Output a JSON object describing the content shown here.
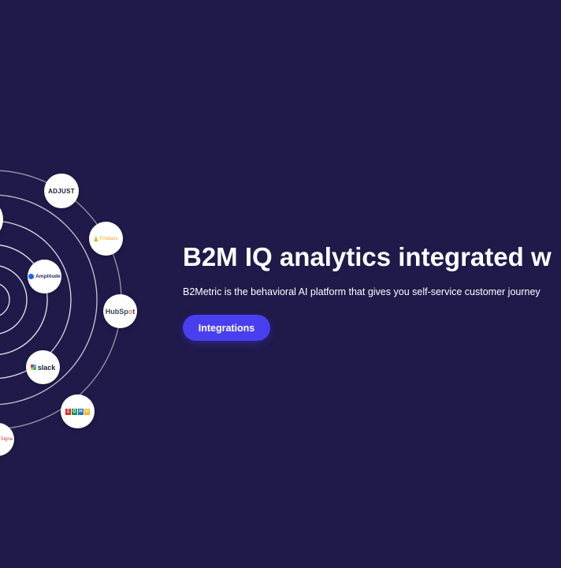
{
  "hero": {
    "title": "B2M IQ analytics integrated w",
    "description": "B2Metric is the behavioral AI platform that gives you self-service customer journey",
    "cta_label": "Integrations"
  },
  "integrations": [
    {
      "id": "adjust",
      "label": "ADJUST"
    },
    {
      "id": "firebase",
      "label": "Firebase"
    },
    {
      "id": "hubspot",
      "label_main": "HubSp",
      "label_accent": "o",
      "label_end": "t"
    },
    {
      "id": "amplitude",
      "label": "Amplitude"
    },
    {
      "id": "slack",
      "label": "slack"
    },
    {
      "id": "zoho",
      "letters": [
        "Z",
        "O",
        "H",
        "O"
      ],
      "colors": [
        "#e42527",
        "#089949",
        "#226db4",
        "#f9b21d"
      ]
    },
    {
      "id": "partial-bottom",
      "label": "Signa"
    }
  ],
  "colors": {
    "background": "#1f1a4a",
    "accent": "#4a3ff0",
    "ring": "#ffffff"
  }
}
